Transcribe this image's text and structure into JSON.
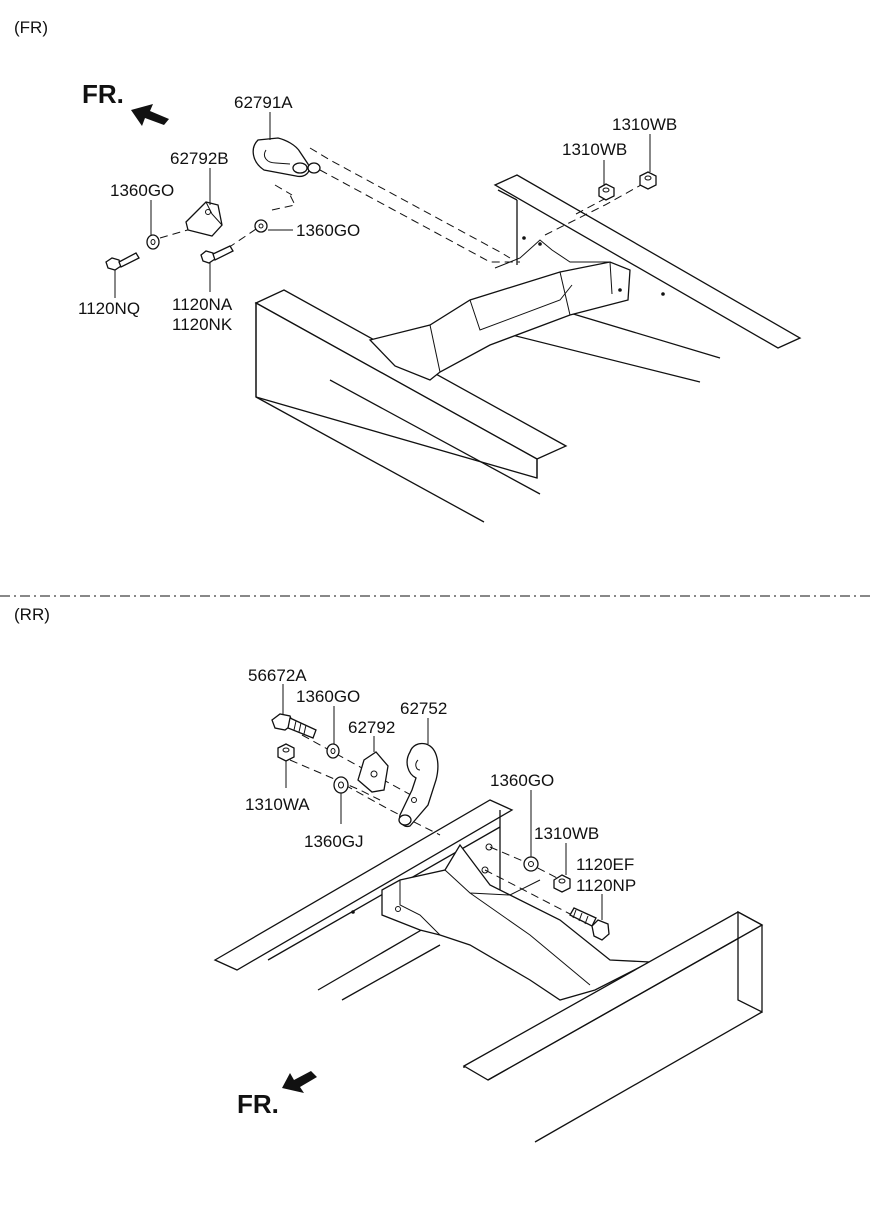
{
  "sections": {
    "front": "(FR)",
    "rear": "(RR)"
  },
  "direction": {
    "front_label": "FR.",
    "rear_label": "FR."
  },
  "front_parts": {
    "hook": "62791A",
    "bracket": "62792B",
    "washer_left": "1360GO",
    "washer_right": "1360GO",
    "bolt_left": "1120NQ",
    "bolt_right_1": "1120NA",
    "bolt_right_2": "1120NK",
    "nut_1": "1310WB",
    "nut_2": "1310WB"
  },
  "rear_parts": {
    "bolt": "56672A",
    "washer_top": "1360GO",
    "bracket": "62792",
    "hook": "62752",
    "nut_left": "1310WA",
    "washer_left": "1360GJ",
    "washer_right": "1360GO",
    "nut_right": "1310WB",
    "bolt_right_1": "1120EF",
    "bolt_right_2": "1120NP"
  }
}
